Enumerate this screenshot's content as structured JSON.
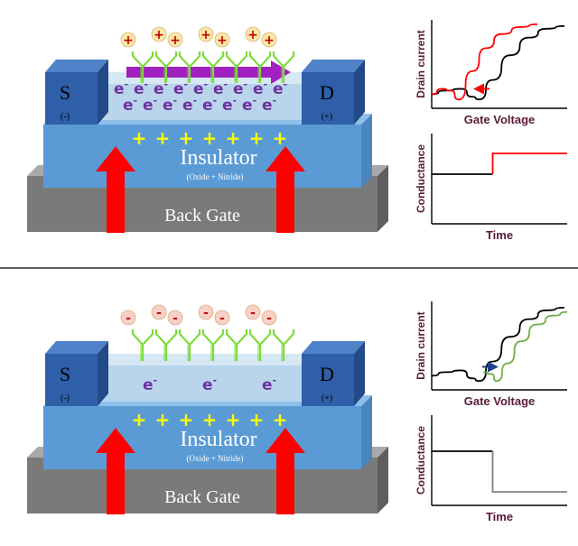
{
  "colors": {
    "background": "#ffffff",
    "gate_front": "#7a7a7a",
    "gate_top": "#a9a9a9",
    "gate_side": "#5e5e5e",
    "insulator_front": "#5b9bd5",
    "insulator_top": "#8ebfea",
    "insulator_side": "#4a86bd",
    "channel_top": "#d7e8f5",
    "channel_front": "#b9d5ec",
    "electrode_front": "#2f5fa8",
    "electrode_top": "#4f82c9",
    "electrode_side": "#234a88",
    "arrow_red": "#ff0000",
    "plus_yellow": "#ffff00",
    "electron_purple": "#7030a0",
    "antibody_green": "#7ddc3a",
    "charge_circle_positive": "#fce8a6",
    "charge_circle_negative": "#f8d0c8",
    "charge_sign": "#c00000",
    "flow_arrow": "#a020c0",
    "axis_label": "#5a1a3a",
    "curve_black": "#000000",
    "curve_red": "#ff0000",
    "curve_green": "#70ad47",
    "curve_gray": "#808080",
    "shift_arrow_red": "#ff0000",
    "shift_arrow_blue": "#1f3f8f",
    "divider": "#000000"
  },
  "panels": [
    {
      "source_label": "S",
      "source_sign": "(-)",
      "drain_label": "D",
      "drain_sign": "(+)",
      "insulator_label": "Insulator",
      "insulator_sublabel": "(Oxide + Nitride)",
      "gate_label": "Back Gate",
      "electron_text": "e",
      "electron_sup": "-",
      "electron_rows": [
        9,
        8
      ],
      "gate_plus_count": 7,
      "analyte_sign": "+",
      "analyte_count": 7,
      "flow_arrow": true,
      "icons": [
        "source-electrode",
        "drain-electrode",
        "antibody",
        "electron",
        "red-arrow",
        "flow-arrow"
      ],
      "graphs": [
        {
          "type": "line",
          "ylabel": "Drain current",
          "xlabel": "Gate Voltage",
          "shift_arrow": "left",
          "shift_arrow_color": "#ff0000",
          "series": [
            {
              "color": "#000000",
              "dip_x": 0.35,
              "points": [
                [
                  0.0,
                  0.16
                ],
                [
                  0.1,
                  0.2
                ],
                [
                  0.22,
                  0.22
                ],
                [
                  0.3,
                  0.13
                ],
                [
                  0.35,
                  0.1
                ],
                [
                  0.45,
                  0.32
                ],
                [
                  0.58,
                  0.6
                ],
                [
                  0.72,
                  0.8
                ],
                [
                  0.85,
                  0.9
                ],
                [
                  0.98,
                  0.93
                ]
              ]
            },
            {
              "color": "#ff0000",
              "dip_x": 0.2,
              "points": [
                [
                  0.0,
                  0.16
                ],
                [
                  0.08,
                  0.22
                ],
                [
                  0.14,
                  0.2
                ],
                [
                  0.2,
                  0.1
                ],
                [
                  0.3,
                  0.42
                ],
                [
                  0.4,
                  0.68
                ],
                [
                  0.52,
                  0.84
                ],
                [
                  0.66,
                  0.92
                ],
                [
                  0.78,
                  0.95
                ]
              ]
            }
          ]
        },
        {
          "type": "line",
          "ylabel": "Conductance",
          "xlabel": "Time",
          "series": [
            {
              "color": "#000000",
              "points": [
                [
                  0.0,
                  0.55
                ],
                [
                  0.45,
                  0.55
                ],
                [
                  0.45,
                  0.55
                ]
              ]
            },
            {
              "color": "#ff0000",
              "points": [
                [
                  0.45,
                  0.55
                ],
                [
                  0.45,
                  0.78
                ],
                [
                  1.0,
                  0.78
                ]
              ]
            }
          ]
        }
      ]
    },
    {
      "source_label": "S",
      "source_sign": "(-)",
      "drain_label": "D",
      "drain_sign": "(+)",
      "insulator_label": "Insulator",
      "insulator_sublabel": "(Oxide + Nitride)",
      "gate_label": "Back Gate",
      "electron_text": "e",
      "electron_sup": "-",
      "electron_rows": [
        3
      ],
      "gate_plus_count": 7,
      "analyte_sign": "-",
      "analyte_count": 7,
      "flow_arrow": false,
      "icons": [
        "source-electrode",
        "drain-electrode",
        "antibody",
        "electron",
        "red-arrow"
      ],
      "graphs": [
        {
          "type": "line",
          "ylabel": "Drain current",
          "xlabel": "Gate Voltage",
          "shift_arrow": "right",
          "shift_arrow_color": "#1f3f8f",
          "series": [
            {
              "color": "#000000",
              "dip_x": 0.35,
              "points": [
                [
                  0.0,
                  0.16
                ],
                [
                  0.1,
                  0.2
                ],
                [
                  0.22,
                  0.22
                ],
                [
                  0.3,
                  0.13
                ],
                [
                  0.35,
                  0.1
                ],
                [
                  0.45,
                  0.32
                ],
                [
                  0.58,
                  0.6
                ],
                [
                  0.72,
                  0.8
                ],
                [
                  0.85,
                  0.9
                ],
                [
                  0.98,
                  0.93
                ]
              ]
            },
            {
              "color": "#70ad47",
              "dip_x": 0.48,
              "points": [
                [
                  0.38,
                  0.2
                ],
                [
                  0.44,
                  0.18
                ],
                [
                  0.48,
                  0.1
                ],
                [
                  0.56,
                  0.3
                ],
                [
                  0.66,
                  0.55
                ],
                [
                  0.78,
                  0.74
                ],
                [
                  0.9,
                  0.84
                ],
                [
                  1.0,
                  0.88
                ]
              ]
            }
          ]
        },
        {
          "type": "line",
          "ylabel": "Conductance",
          "xlabel": "Time",
          "series": [
            {
              "color": "#000000",
              "points": [
                [
                  0.0,
                  0.6
                ],
                [
                  0.45,
                  0.6
                ],
                [
                  0.45,
                  0.6
                ]
              ]
            },
            {
              "color": "#808080",
              "points": [
                [
                  0.45,
                  0.6
                ],
                [
                  0.45,
                  0.15
                ],
                [
                  1.0,
                  0.15
                ]
              ]
            }
          ]
        }
      ]
    }
  ]
}
